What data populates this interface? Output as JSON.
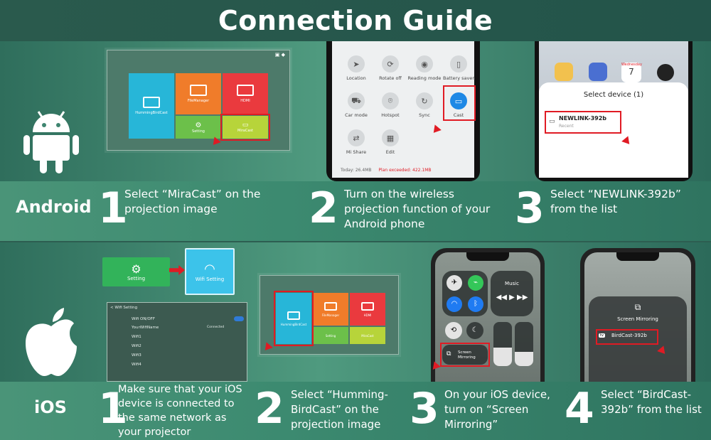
{
  "title": "Connection Guide",
  "android": {
    "os_label": "Android",
    "steps": [
      {
        "num": "1",
        "text_l1": "Select “MiraCast” on the",
        "text_l2": "projection image"
      },
      {
        "num": "2",
        "text_l1": "Turn on the wireless",
        "text_l2": "projection function of your",
        "text_l3": "Android phone"
      },
      {
        "num": "3",
        "text_l1": "Select “NEWLINK-392b”",
        "text_l2": "from the list"
      }
    ],
    "projector_tiles": {
      "hummingbird": "HummingBirdCast",
      "filemanager": "FileManager",
      "hdmi": "HDMI",
      "setting": "Setting",
      "miracast": "MiraCast"
    },
    "quick_settings": [
      "Location",
      "Rotate off",
      "Reading mode",
      "Battery saver",
      "Car mode",
      "Hotspot",
      "Sync",
      "Cast",
      "Mi Share",
      "Edit"
    ],
    "data_usage": {
      "today": "Today: 26.4MB",
      "plan": "Plan exceeded: 422.1MB"
    },
    "calendar_day": "Wednesday",
    "calendar_num": "7",
    "select_title": "Select device (1)",
    "device_name": "NEWLINK-392b",
    "device_sub": "Recent"
  },
  "ios": {
    "os_label": "iOS",
    "steps": [
      {
        "num": "1",
        "text_l1": "Make sure that your iOS",
        "text_l2": "device is connected to",
        "text_l3": "the same network as",
        "text_l4": "your  projector"
      },
      {
        "num": "2",
        "text_l1": "Select “Humming-",
        "text_l2": "BirdCast” on the",
        "text_l3": "projection image"
      },
      {
        "num": "3",
        "text_l1": "On your iOS device,",
        "text_l2": "turn on “Screen",
        "text_l3": "Mirroring”"
      },
      {
        "num": "4",
        "text_l1": "Select “BirdCast-",
        "text_l2": "392b” from the list"
      }
    ],
    "setting_label": "Setting",
    "wifi_setting_label": "Wifi Setting",
    "wifi_list": {
      "header": "< Wifi Setting",
      "rows": [
        "Wifi ON/OFF",
        "YourWifiName",
        "Wifi1",
        "Wifi2",
        "Wifi3",
        "Wifi4"
      ],
      "connected": "Connected"
    },
    "music_label": "Music",
    "screen_mirroring_short": "Screen Mirroring",
    "mirroring_title": "Screen Mirroring",
    "mirroring_device": "BirdCast-392b",
    "device_badge": "tv"
  },
  "colors": {
    "accent_red": "#e01b24",
    "tile_blue": "#27b6d8",
    "tile_orange": "#f07c2a",
    "tile_red": "#ea3a3e",
    "tile_green": "#6cc04a",
    "tile_lime": "#b7d43a"
  }
}
